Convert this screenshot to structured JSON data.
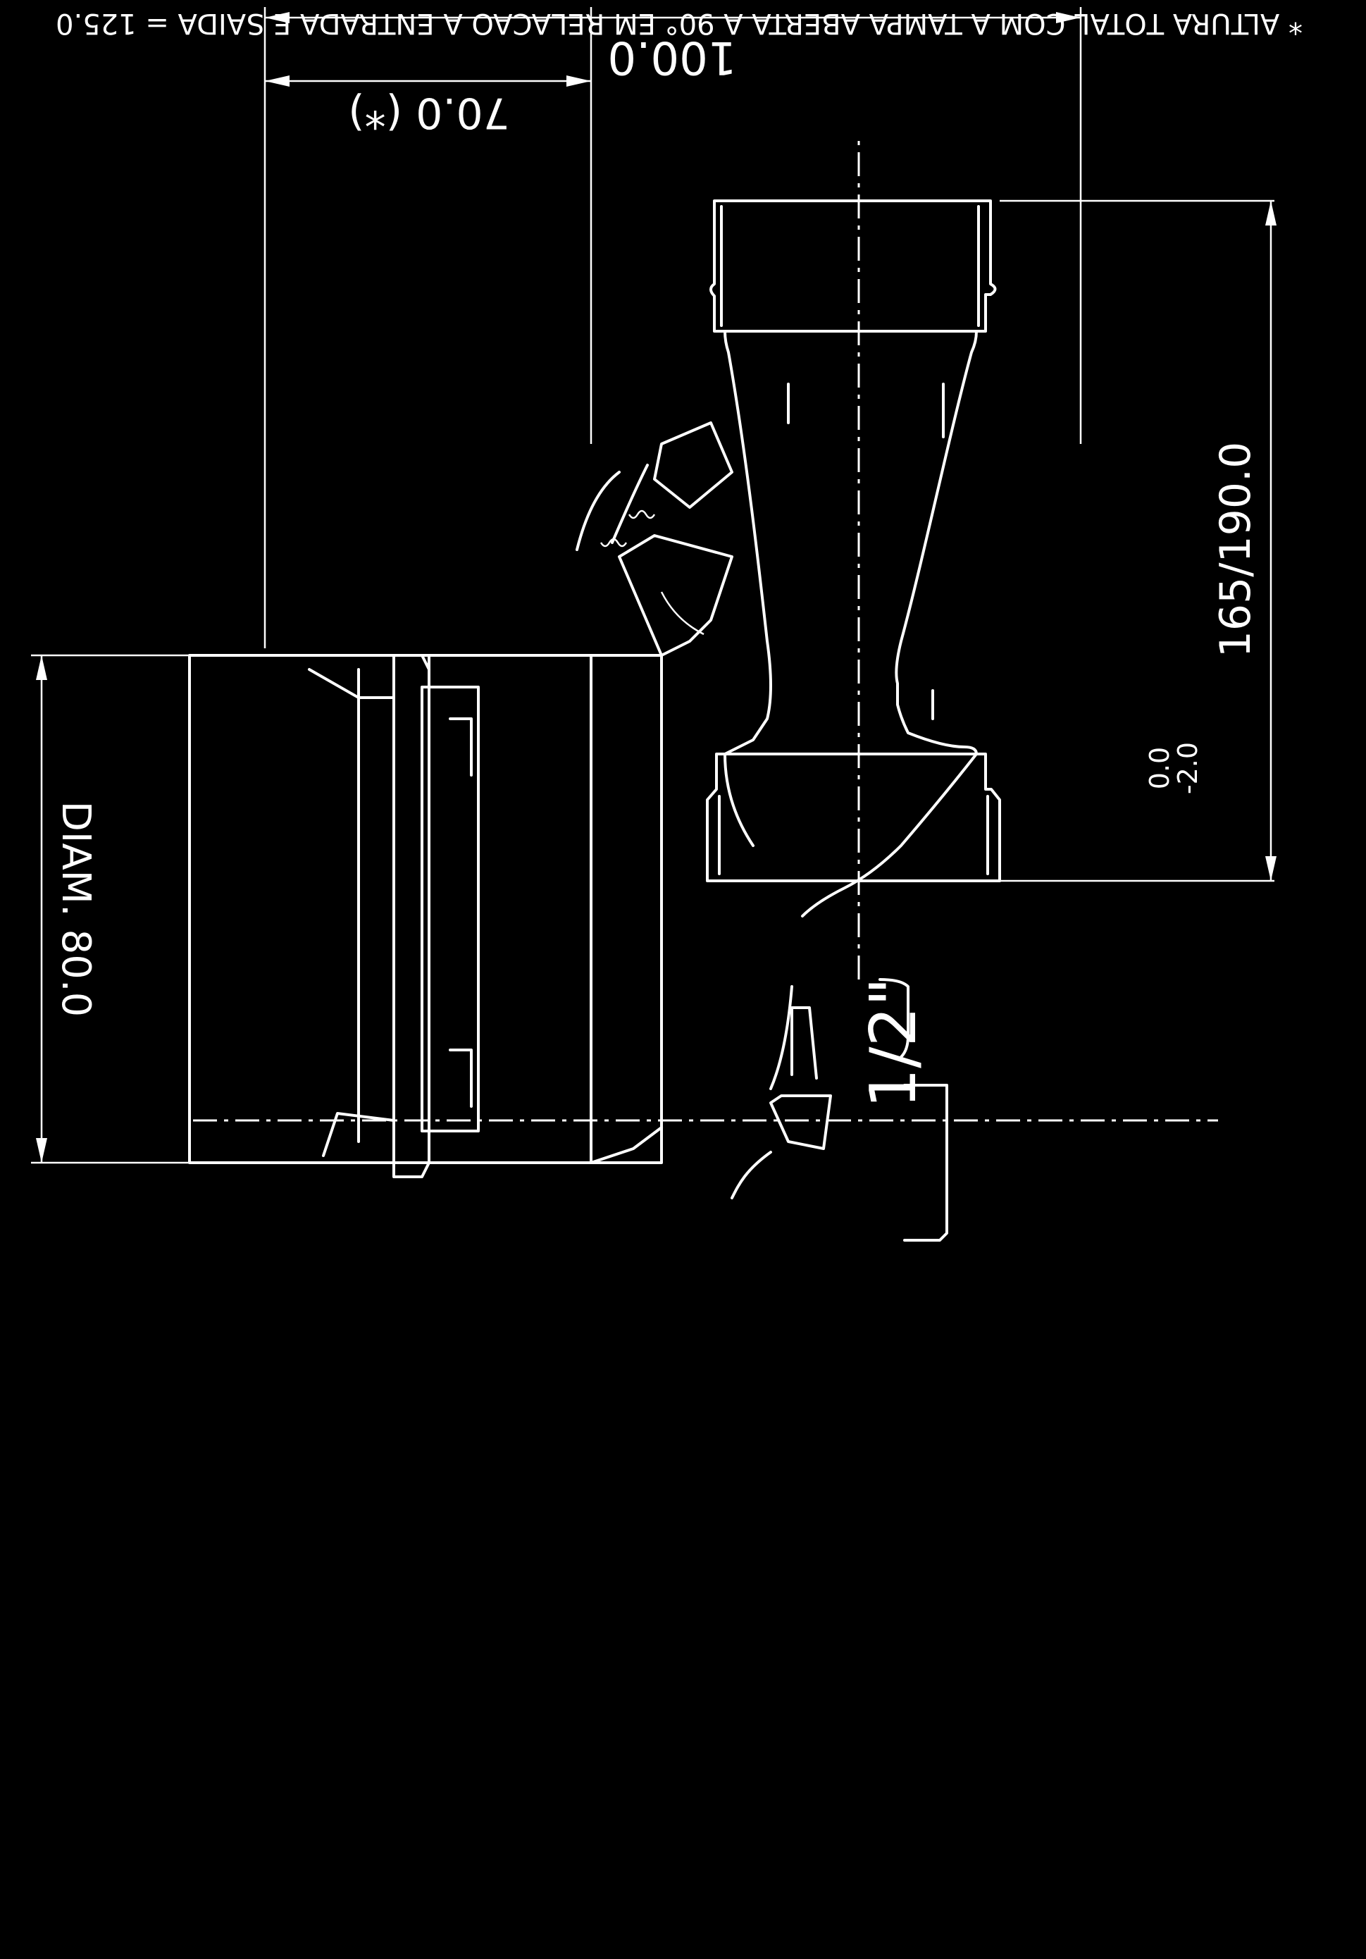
{
  "note": "* ALTURA TOTAL COM A TAMPA ABERTA A 90° EM RELACAO A ENTRADA E SAIDA = 125.0",
  "dimensions": {
    "diameter": "DIAM. 80.0",
    "length": "165/190.0",
    "length_tolerance_upper": "0.0",
    "length_tolerance_lower": "-2.0",
    "height_star": "70.0 (*)",
    "height_total": "100.0"
  },
  "body_marking": "1/2\"",
  "orientation": "rotated 180°"
}
